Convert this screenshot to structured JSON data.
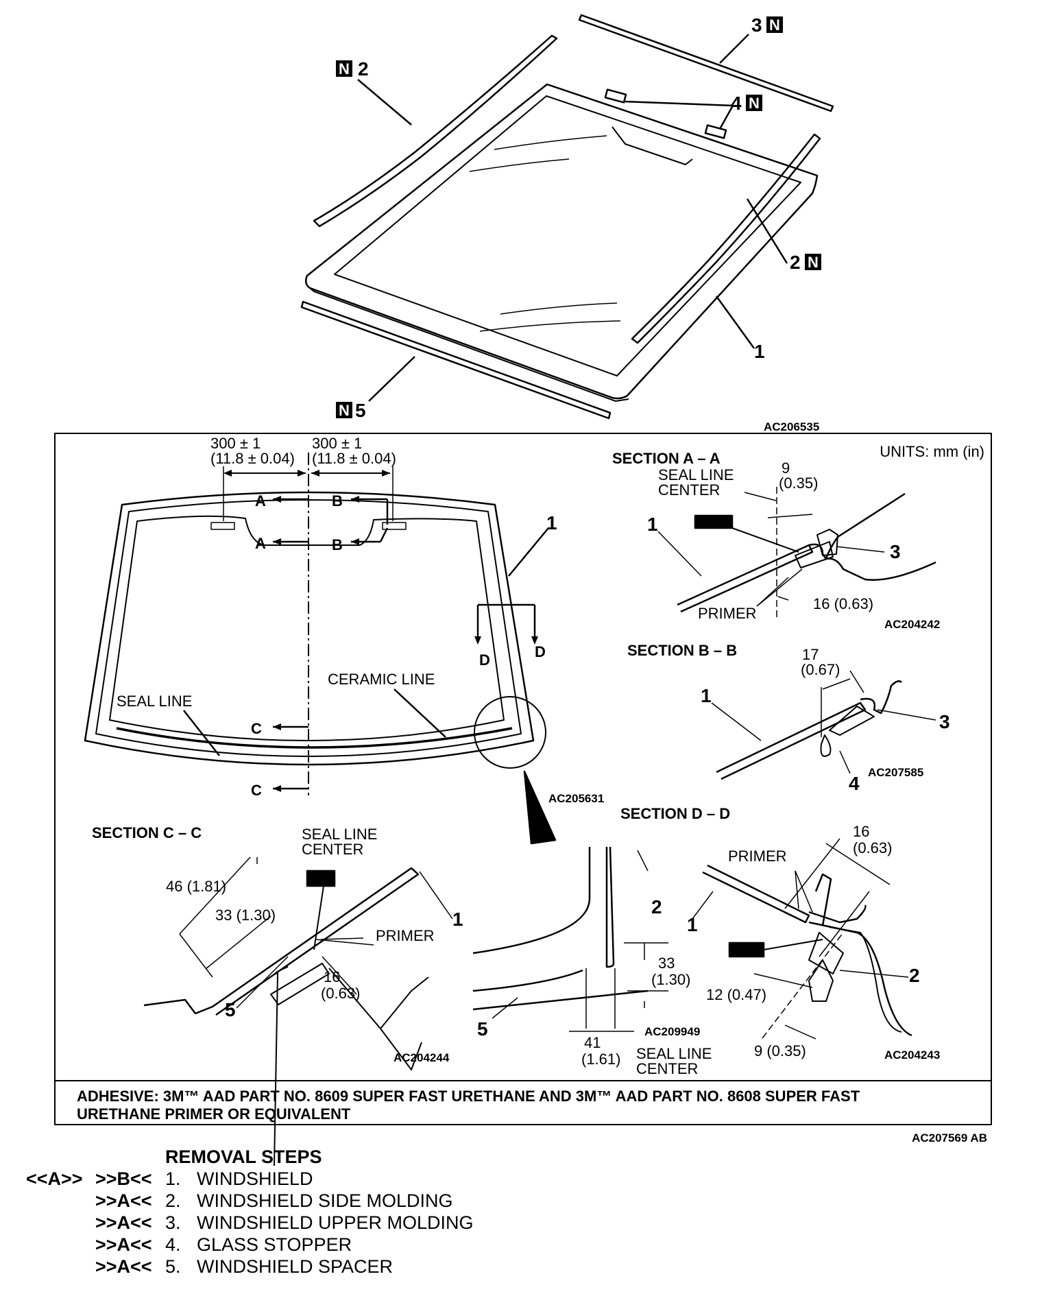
{
  "exploded_view": {
    "callouts": [
      {
        "number": "3",
        "new_part": true
      },
      {
        "number": "2",
        "new_part": true
      },
      {
        "number": "4",
        "new_part": true
      },
      {
        "number": "2",
        "new_part": true
      },
      {
        "number": "1",
        "new_part": false
      },
      {
        "number": "5",
        "new_part": true
      }
    ],
    "new_part_mark": "N",
    "figure_code": "AC206535"
  },
  "detail_box": {
    "units": "UNITS: mm (in)",
    "front_view": {
      "dim_left": "300 ± 1",
      "dim_left_in": "(11.8 ± 0.04)",
      "dim_right": "300 ± 1",
      "dim_right_in": "(11.8 ± 0.04)",
      "section_marks": [
        "A",
        "B",
        "A",
        "B",
        "D",
        "D",
        "C",
        "C"
      ],
      "part_no": "1",
      "seal_line": "SEAL LINE",
      "ceramic_line": "CERAMIC LINE",
      "figure_code": "AC205631"
    },
    "section_aa": {
      "title": "SECTION A – A",
      "seal_line_center": "SEAL LINE",
      "seal_line_center2": "CENTER",
      "dim1": "9",
      "dim1_in": "(0.35)",
      "dim2": "16 (0.63)",
      "primer": "PRIMER",
      "part1": "1",
      "part3": "3",
      "figure_code": "AC204242"
    },
    "section_bb": {
      "title": "SECTION B – B",
      "dim1": "17",
      "dim1_in": "(0.67)",
      "part1": "1",
      "part3": "3",
      "part4": "4",
      "figure_code": "AC207585"
    },
    "section_cc": {
      "title": "SECTION C – C",
      "seal_line_center": "SEAL LINE",
      "seal_line_center2": "CENTER",
      "dim1": "46 (1.81)",
      "dim2": "33 (1.30)",
      "dim3": "16",
      "dim3_in": "(0.63)",
      "primer": "PRIMER",
      "part1": "1",
      "part5": "5",
      "figure_code": "AC204244"
    },
    "corner_detail": {
      "dim1": "33",
      "dim1_in": "(1.30)",
      "dim2": "41",
      "dim2_in": "(1.61)",
      "part2": "2",
      "part5": "5",
      "figure_code": "AC209949"
    },
    "section_dd": {
      "title": "SECTION D – D",
      "primer": "PRIMER",
      "dim1": "16",
      "dim1_in": "(0.63)",
      "dim2": "12 (0.47)",
      "dim3": "9 (0.35)",
      "seal_line_center": "SEAL LINE",
      "seal_line_center2": "CENTER",
      "part1": "1",
      "part2": "2",
      "figure_code": "AC204243"
    },
    "adhesive_line1": "ADHESIVE: 3M™ AAD PART NO. 8609 SUPER FAST URETHANE AND 3M™ AAD PART NO. 8608 SUPER FAST",
    "adhesive_line2": "URETHANE PRIMER OR EQUIVALENT"
  },
  "figure_code_main": "AC207569 AB",
  "removal_steps": {
    "title": "REMOVAL STEPS",
    "steps": [
      {
        "removal_ref": "<<A>>",
        "install_ref": ">>B<<",
        "num": "1.",
        "name": "WINDSHIELD"
      },
      {
        "removal_ref": "",
        "install_ref": ">>A<<",
        "num": "2.",
        "name": "WINDSHIELD SIDE MOLDING"
      },
      {
        "removal_ref": "",
        "install_ref": ">>A<<",
        "num": "3.",
        "name": "WINDSHIELD UPPER MOLDING"
      },
      {
        "removal_ref": "",
        "install_ref": ">>A<<",
        "num": "4.",
        "name": "GLASS STOPPER"
      },
      {
        "removal_ref": "",
        "install_ref": ">>A<<",
        "num": "5.",
        "name": "WINDSHIELD SPACER"
      }
    ]
  }
}
